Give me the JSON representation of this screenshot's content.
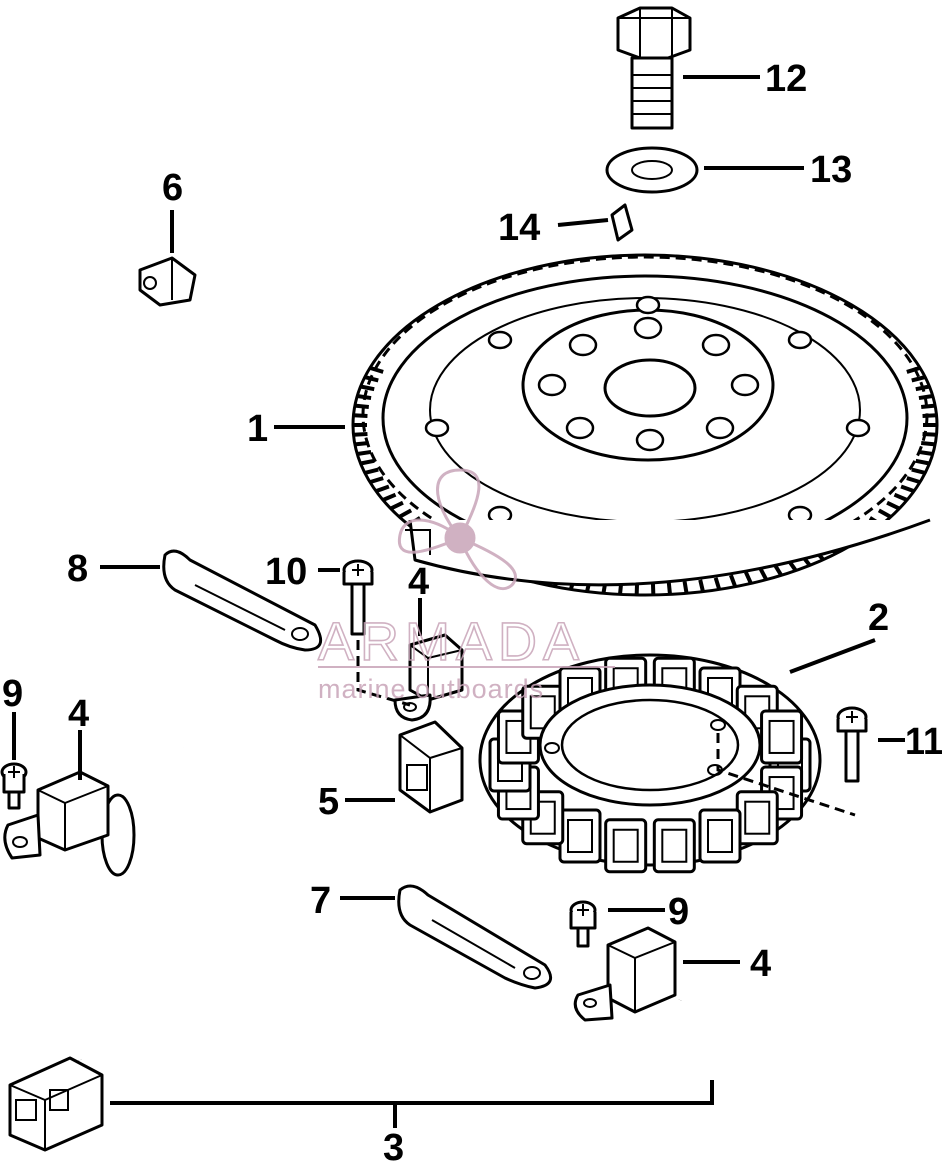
{
  "callouts": {
    "c1": "1",
    "c2": "2",
    "c3": "3",
    "c4a": "4",
    "c4b": "4",
    "c4c": "4",
    "c5": "5",
    "c6": "6",
    "c7": "7",
    "c8": "8",
    "c9a": "9",
    "c9b": "9",
    "c10": "10",
    "c11": "11",
    "c12": "12",
    "c13": "13",
    "c14": "14"
  },
  "watermark": {
    "title": "ARMADA",
    "subtitle": "marine outboards",
    "color": "#c8a4b8"
  },
  "colors": {
    "line": "#000000",
    "background": "#ffffff"
  }
}
